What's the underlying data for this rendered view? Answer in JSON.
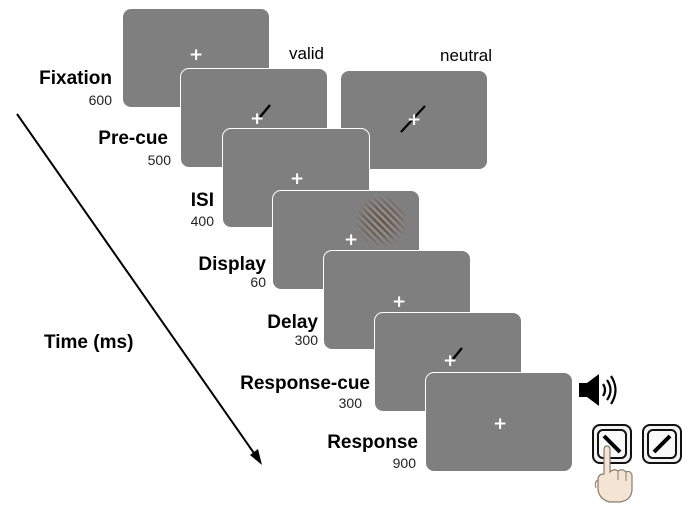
{
  "conditions": {
    "valid": "valid",
    "neutral": "neutral"
  },
  "stages": [
    {
      "label": "Fixation",
      "duration": "600"
    },
    {
      "label": "Pre-cue",
      "duration": "500"
    },
    {
      "label": "ISI",
      "duration": "400"
    },
    {
      "label": "Display",
      "duration": "60"
    },
    {
      "label": "Delay",
      "duration": "300"
    },
    {
      "label": "Response-cue",
      "duration": "300"
    },
    {
      "label": "Response",
      "duration": "900"
    }
  ],
  "time_axis_label": "Time (ms)",
  "colors": {
    "screen": "#7f7f7f",
    "fixation": "#ffffff",
    "cue": "#000000"
  },
  "icons": [
    "speaker-icon",
    "key-tilt-left-icon",
    "key-tilt-right-icon",
    "hand-press-icon",
    "gabor-patch-icon"
  ]
}
